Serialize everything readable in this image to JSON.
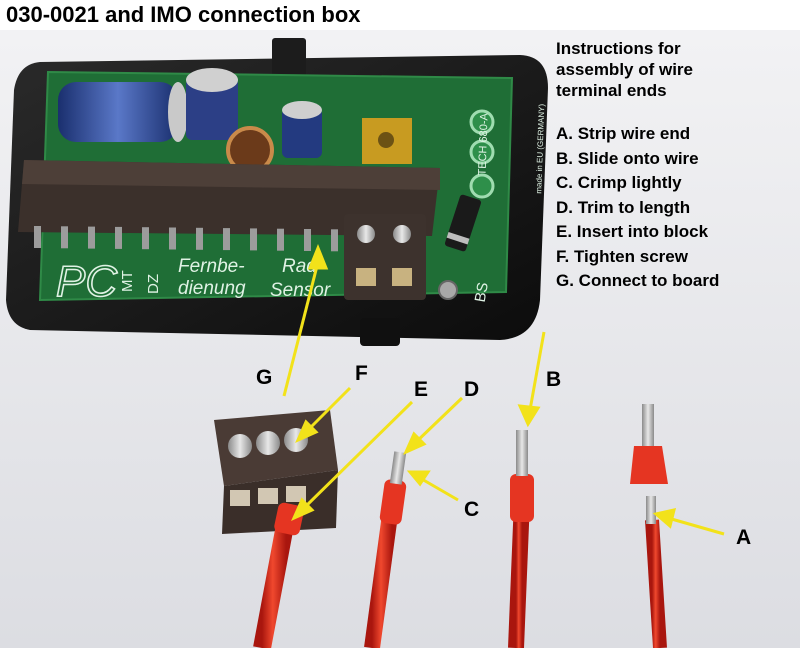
{
  "title": "030-0021 and IMO connection box",
  "instructions": {
    "heading": [
      "Instructions for",
      "assembly of wire",
      "terminal ends"
    ],
    "steps": [
      "A. Strip wire end",
      "B. Slide onto wire",
      "C. Crimp lightly",
      "D. Trim to length",
      "E. Insert into block",
      "F. Tighten screw",
      "G. Connect to board"
    ]
  },
  "board": {
    "silkscreen_left": "PC",
    "silkscreen_mt": "MT",
    "silkscreen_dz": "DZ",
    "silkscreen_fern1": "Fernbe-",
    "silkscreen_fern2": "dienung",
    "silkscreen_rad1": "Rad-",
    "silkscreen_rad2": "Sensor",
    "silkscreen_bs": "BS",
    "silkscreen_made": "made in EU (GERMANY)",
    "silkscreen_brand": "TECH 680-A"
  },
  "callouts": {
    "a": "A",
    "b": "B",
    "c": "C",
    "d": "D",
    "e": "E",
    "f": "F",
    "g": "G"
  },
  "colors": {
    "background": "#ffffff",
    "pcb": "#1f6e36",
    "case": "#141414",
    "wire": "#d8261b",
    "ferrule": "#e53522",
    "arrow": "#f2e21a",
    "terminal_block": "#4a3b35"
  }
}
